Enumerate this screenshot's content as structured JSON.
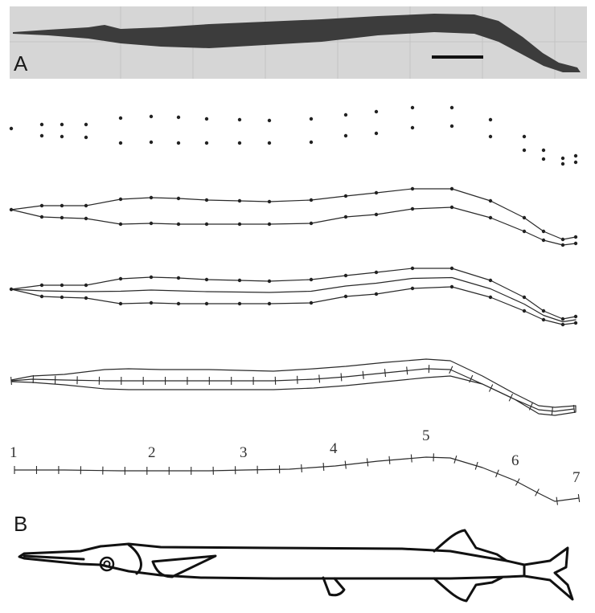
{
  "panel_a": {
    "letter": "A"
  },
  "panel_b": {
    "letter": "B"
  },
  "landmark_numbers": [
    "1",
    "2",
    "3",
    "4",
    "5",
    "6",
    "7"
  ]
}
